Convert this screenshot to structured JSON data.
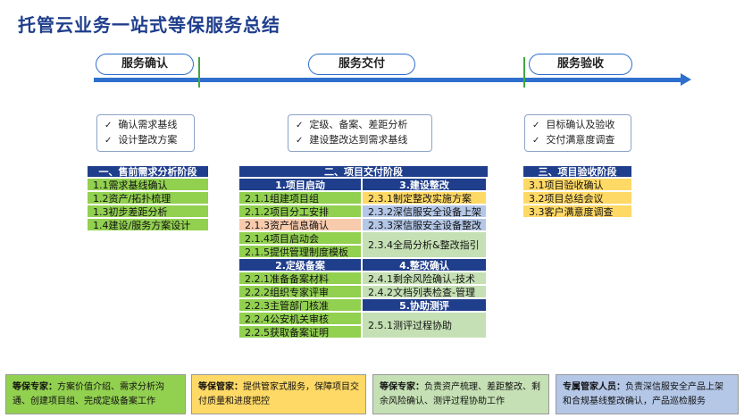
{
  "title": "托管云业务一站式等保服务总结",
  "stages": {
    "s1": "服务确认",
    "s2": "服务交付",
    "s3": "服务验收"
  },
  "checks": {
    "s1": [
      "确认需求基线",
      "设计整改方案"
    ],
    "s2": [
      "定级、备案、差距分析",
      "建设整改达到需求基线"
    ],
    "s3": [
      "目标确认及验收",
      "交付满意度调查"
    ]
  },
  "phase1": {
    "header": "一、售前需求分析阶段",
    "items": [
      "1.1需求基线确认",
      "1.2资产/拓扑梳理",
      "1.3初步差距分析",
      "1.4建设/服务方案设计"
    ]
  },
  "phase2": {
    "header": "二、项目交付阶段",
    "s1": {
      "header": "1.项目启动",
      "items": [
        "2.1.1组建项目组",
        "2.1.2项目分工安排",
        "2.1.3资产信息确认",
        "2.1.4项目启动会",
        "2.1.5提供管理制度模板"
      ]
    },
    "s3": {
      "header": "3.建设整改",
      "items": [
        "2.3.1制定整改实施方案",
        "2.3.2深信服安全设备上架",
        "2.3.3深信服安全设备整改",
        "2.3.4全局分析&整改指引"
      ]
    },
    "s2": {
      "header": "2.定级备案",
      "items": [
        "2.2.1准备备案材料",
        "2.2.2组织专家评审",
        "2.2.3主管部门核准",
        "2.2.4公安机关审核",
        "2.2.5获取备案证明"
      ]
    },
    "s4": {
      "header": "4.整改确认",
      "items": [
        "2.4.1剩余风险确认-技术",
        "2.4.2文档列表检查-管理"
      ]
    },
    "s5": {
      "header": "5.协助测评",
      "items": [
        "2.5.1测评过程协助"
      ]
    }
  },
  "phase3": {
    "header": "三、项目验收阶段",
    "items": [
      "3.1项目验收确认",
      "3.2项目总结会议",
      "3.3客户满意度调查"
    ]
  },
  "roles": [
    {
      "label": "等保专家：",
      "text": "方案价值介绍、需求分析沟通、创建项目组、完成定级备案工作"
    },
    {
      "label": "等保管家：",
      "text": "提供管家式服务，保障项目交付质量和进度把控"
    },
    {
      "label": "等保专家：",
      "text": "负责资产梳理、差距整改、剩余风险确认、测评过程协助工作"
    },
    {
      "label": "专属管家人员：",
      "text": "负责深信服安全产品上架和合规基线整改确认，产品巡检服务"
    }
  ],
  "colors": {
    "primary": "#1f3e8c",
    "timeline": "#2e6fce",
    "green": "#92d050",
    "yellow": "#ffd966",
    "salmon": "#f8cbad",
    "light_blue": "#b4c7e7",
    "light_green": "#c5e0b4"
  }
}
